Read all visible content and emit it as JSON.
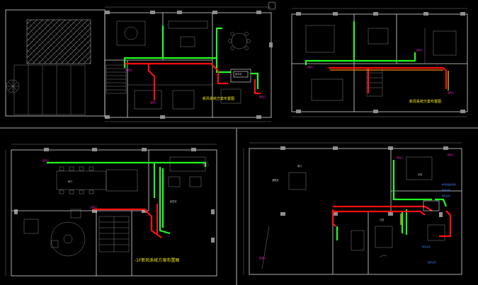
{
  "drawing": {
    "background": "#000000",
    "duct_colors": {
      "fresh_air": "#20ff20",
      "exhaust_air": "#ff1010",
      "accent_orange": "#ff8a00",
      "caption": "#f5e90a"
    },
    "panels": [
      {
        "id": "plan-1",
        "caption": "新风系统方案布置图",
        "unit_label": "新风机"
      },
      {
        "id": "plan-2",
        "caption": "新风系统方案布置图"
      },
      {
        "id": "plan-3",
        "caption": "-1F新风系统方案布置图"
      },
      {
        "id": "plan-4",
        "caption": ""
      }
    ],
    "room_labels": {
      "p3_dining": "餐厅",
      "p3_living": "起居室",
      "p4_bed": "卧室",
      "p4_hall": "客厅",
      "p4_hall2": "过道",
      "p4_store": "储藏室"
    },
    "tag_label": "回风口",
    "notes": [
      "新风机组(吊装)",
      "新风主管",
      "回风主管"
    ]
  }
}
